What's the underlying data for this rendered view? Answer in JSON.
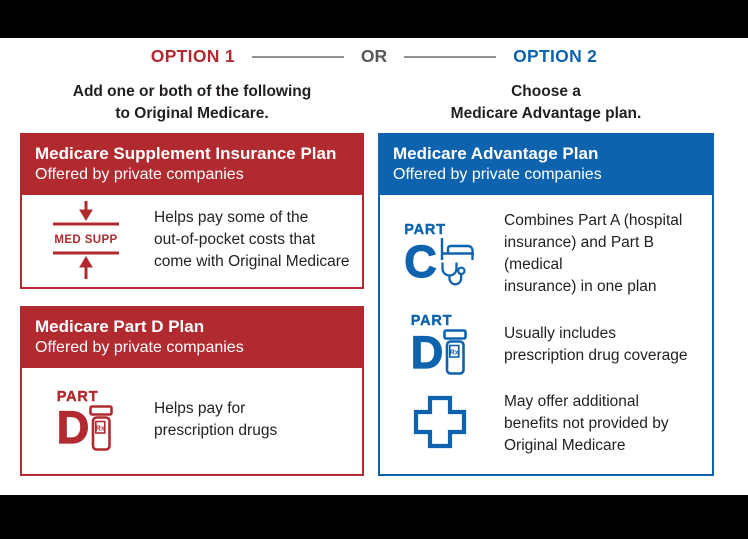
{
  "colors": {
    "red": "#B02A30",
    "blue": "#0E63AE",
    "divider_gray": "#909295",
    "or_gray": "#57585A",
    "text_dark": "#231F20",
    "letterbox": "#000000",
    "background": "#FFFFFF"
  },
  "header": {
    "option1_label": "OPTION 1",
    "or_label": "OR",
    "option2_label": "OPTION 2",
    "option1_subtitle": "Add one or both of the following\nto Original Medicare.",
    "option2_subtitle": "Choose a\nMedicare Advantage plan."
  },
  "option1": {
    "boxes": [
      {
        "title": "Medicare Supplement Insurance Plan",
        "subtitle": "Offered by private companies",
        "items": [
          {
            "icon": "med-supp-icon",
            "icon_label": "MED SUPP",
            "text": "Helps pay some of the\nout-of-pocket costs that\ncome with Original Medicare"
          }
        ]
      },
      {
        "title": "Medicare Part D Plan",
        "subtitle": "Offered by private companies",
        "items": [
          {
            "icon": "part-d-pill-bottle-icon",
            "part_label": "PART",
            "part_letter": "D",
            "rx_label": "Rx",
            "text": "Helps pay for\nprescription drugs"
          }
        ]
      }
    ]
  },
  "option2": {
    "box": {
      "title": "Medicare Advantage Plan",
      "subtitle": "Offered by private companies",
      "items": [
        {
          "icon": "part-c-hospital-stethoscope-icon",
          "part_label": "PART",
          "part_letter": "C",
          "text": "Combines Part A (hospital\ninsurance) and Part B (medical\ninsurance) in one plan"
        },
        {
          "icon": "part-d-pill-bottle-icon",
          "part_label": "PART",
          "part_letter": "D",
          "rx_label": "Rx",
          "text": "Usually includes\nprescription drug coverage"
        },
        {
          "icon": "plus-cross-icon",
          "text": "May offer additional\nbenefits not provided by\nOriginal Medicare"
        }
      ]
    }
  }
}
